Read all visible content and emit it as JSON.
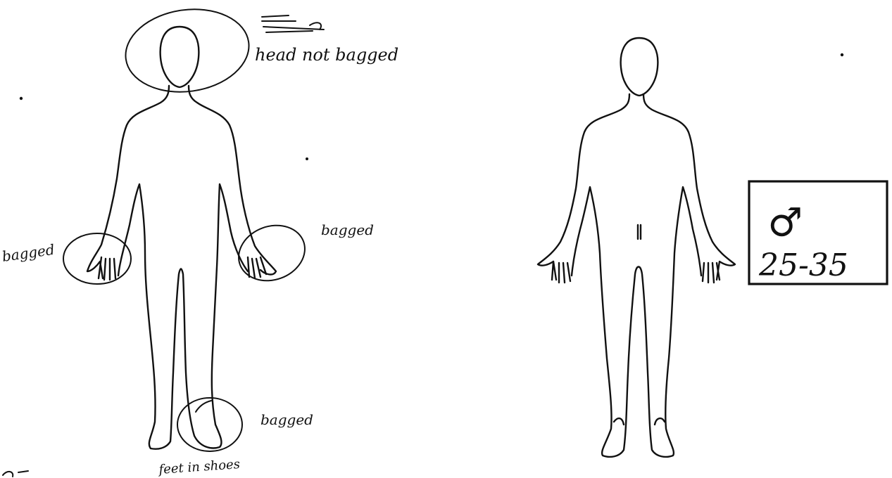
{
  "annotations": {
    "head_note": "head not bagged",
    "left_hand_note": "bagged",
    "right_hand_note": "bagged",
    "feet_note": "bagged",
    "feet_sub_note": "feet in shoes"
  },
  "id_box": {
    "sex_symbol": "♂",
    "age_range": "25-35"
  }
}
